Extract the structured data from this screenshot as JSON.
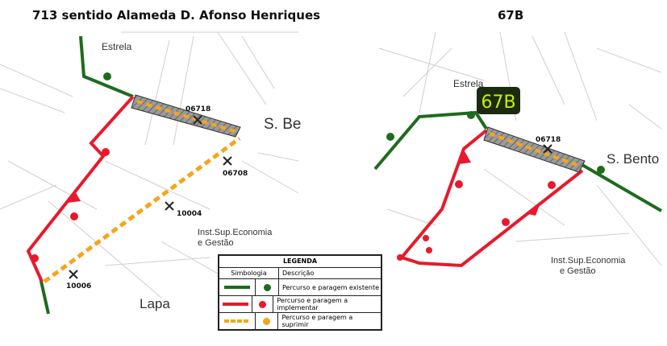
{
  "left_map": {
    "title": "713 sentido Alameda D. Afonso Henriques",
    "places": [
      "Estrela",
      "S. Be",
      "Inst.Sup.Economia",
      "e Gestão",
      "Lapa"
    ],
    "stops": [
      "06718",
      "06708",
      "10004",
      "10006"
    ]
  },
  "right_map": {
    "title": "67B",
    "badge": "67B",
    "places": [
      "Estrela",
      "S. Bento",
      "Inst.Sup.Economia",
      "e Gestão"
    ],
    "stops": [
      "06718"
    ]
  },
  "legend": {
    "title": "LEGENDA",
    "col1": "Simbologia",
    "col2": "Descrição",
    "rows": [
      {
        "label": "Percurso e paragem existente",
        "color": "#1e6b1e"
      },
      {
        "label": "Percurso e paragem a implementar",
        "color": "#e8192c"
      },
      {
        "label": "Percurso e paragem a suprimir",
        "color": "#f5a51b"
      }
    ]
  }
}
